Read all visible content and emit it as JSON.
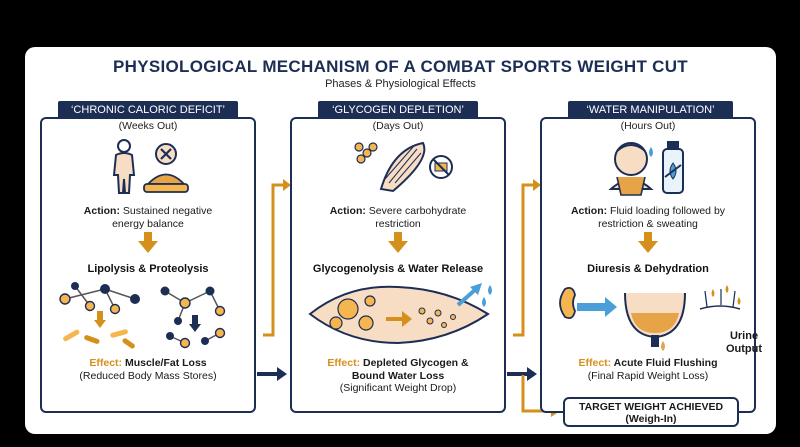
{
  "title": "PHYSIOLOGICAL MECHANISM OF A COMBAT SPORTS WEIGHT CUT",
  "subtitle": "Phases & Physiological Effects",
  "phases": [
    {
      "tag": "‘CHRONIC CALORIC DEFICIT’",
      "timing": "(Weeks Out)",
      "action_label": "Action:",
      "action_text_1": " Sustained negative",
      "action_text_2": "energy balance",
      "process": "Lipolysis & Proteolysis",
      "effect_label": "Effect:",
      "effect_text": " Muscle/Fat Loss",
      "effect_note": "(Reduced Body Mass Stores)"
    },
    {
      "tag": "‘GLYCOGEN DEPLETION’",
      "timing": "(Days Out)",
      "action_label": "Action:",
      "action_text_1": " Severe carbohydrate",
      "action_text_2": "restriction",
      "process": "Glycogenolysis & Water Release",
      "effect_label": "Effect:",
      "effect_text": " Depleted Glycogen &",
      "effect_text_2": "Bound Water Loss",
      "effect_note": "(Significant Weight Drop)"
    },
    {
      "tag": "‘WATER MANIPULATION’",
      "timing": "(Hours Out)",
      "action_label": "Action:",
      "action_text_1": " Fluid loading followed by",
      "action_text_2": "restriction & sweating",
      "process": "Diuresis & Dehydration",
      "urine_label_1": "Urine",
      "urine_label_2": "Output",
      "effect_label": "Effect:",
      "effect_text": " Acute Fluid Flushing",
      "effect_note": "(Final Rapid Weight Loss)"
    }
  ],
  "target": {
    "line1": "TARGET WEIGHT ACHIEVED",
    "line2": "(Weigh-In)"
  },
  "colors": {
    "navy": "#1d2e55",
    "gold": "#d4901a",
    "blue": "#4a9fd8"
  }
}
